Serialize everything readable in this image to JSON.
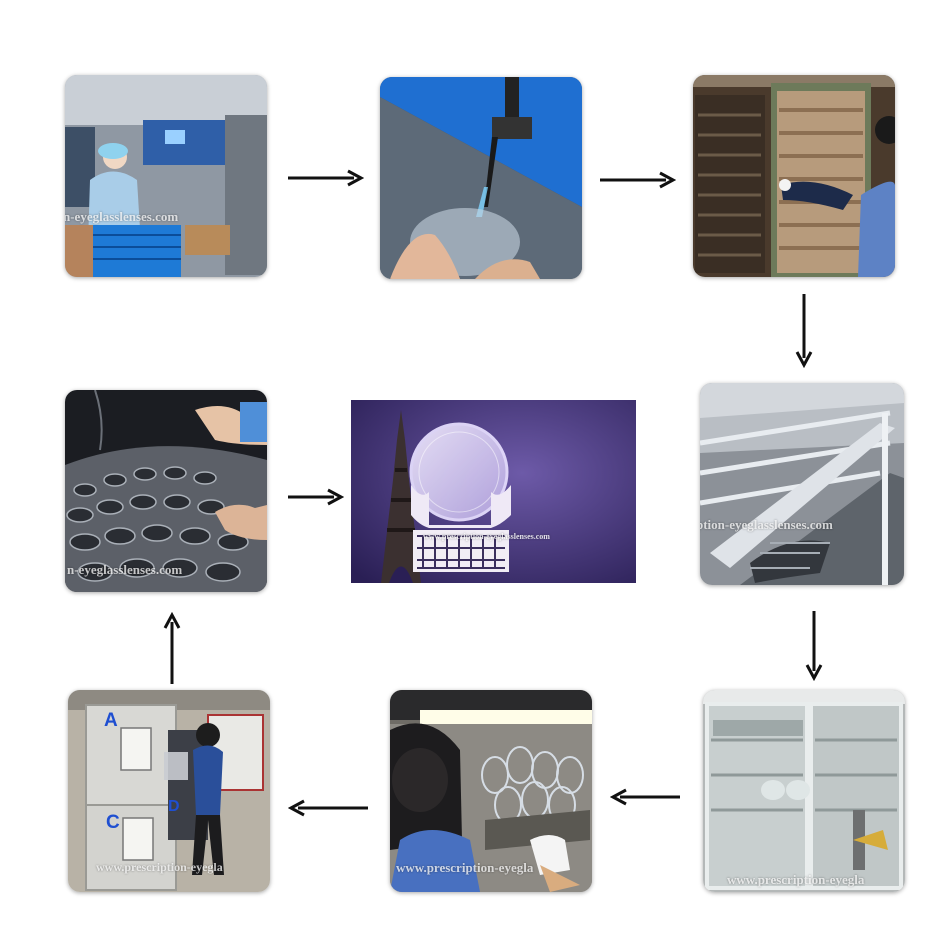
{
  "watermarks": {
    "step1": "n-eyeglasslenses.com",
    "step6": "ption-eyeglasslenses.com",
    "step8": "www.prescription-eyegla",
    "step9": "www.prescription-eyegla",
    "step10": "www.prescription-eyegla",
    "step11": "n-eyeglasslenses.com",
    "final": "www.prescription-eyeglasslenses.com"
  },
  "door_labels": {
    "a": "A",
    "c": "C",
    "d": "D"
  },
  "colors": {
    "arrow": "#111111",
    "final_bg": "#3a2d6b",
    "crate_blue": "#1f6fd1"
  }
}
